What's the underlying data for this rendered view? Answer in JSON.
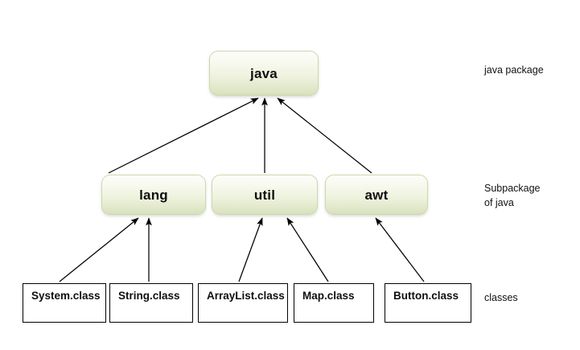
{
  "diagram": {
    "background_color": "#ffffff",
    "box_fill_top": "#fdfdfa",
    "box_fill_bottom": "#d6dfbb",
    "box_border_color": "#cdd8ae",
    "class_box_border_color": "#000000",
    "arrow_color": "#000000",
    "root": {
      "id": "java",
      "label": "java"
    },
    "subpackages": [
      {
        "id": "lang",
        "label": "lang"
      },
      {
        "id": "util",
        "label": "util"
      },
      {
        "id": "awt",
        "label": "awt"
      }
    ],
    "classes": [
      {
        "id": "system",
        "label": "System.class",
        "parent": "lang"
      },
      {
        "id": "string",
        "label": "String.class",
        "parent": "lang"
      },
      {
        "id": "arraylist",
        "label": "ArrayList.class",
        "parent": "util"
      },
      {
        "id": "map",
        "label": "Map.class",
        "parent": "util"
      },
      {
        "id": "button",
        "label": "Button.class",
        "parent": "awt"
      }
    ],
    "annotations": {
      "package_level": "java package",
      "subpackage_level": "Subpackage\nof java",
      "class_level": "classes"
    }
  }
}
